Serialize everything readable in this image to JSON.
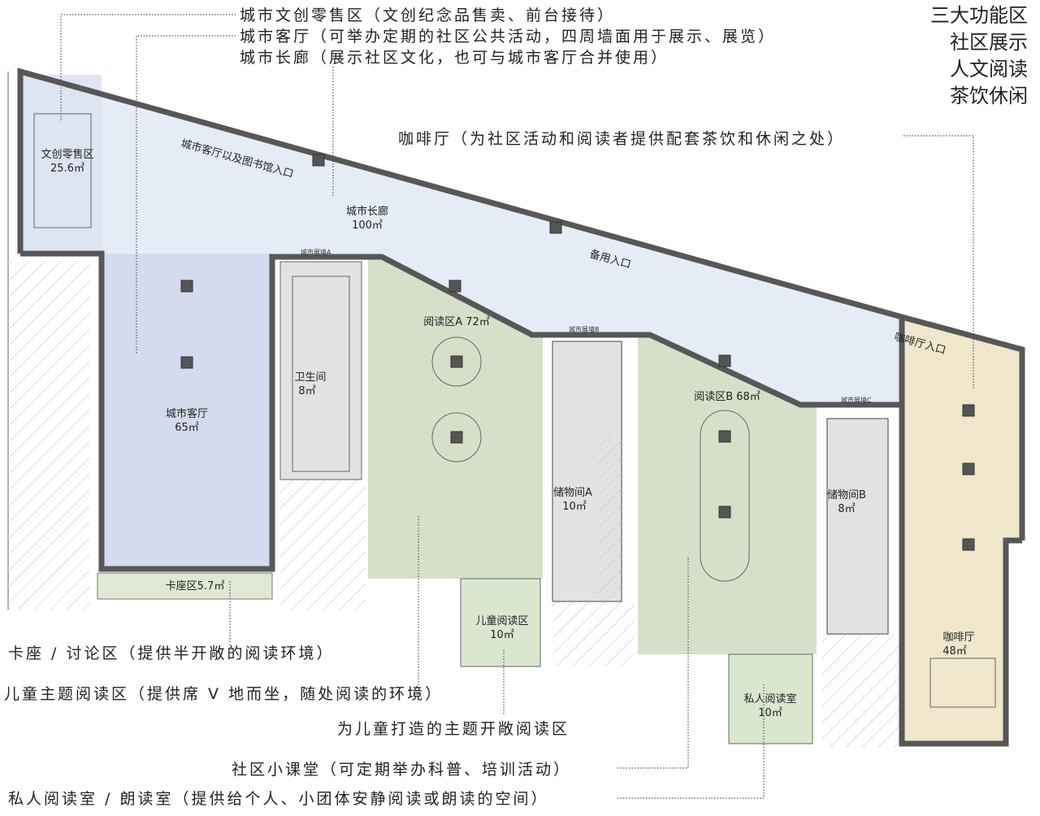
{
  "functions": {
    "title_lines": [
      "三大功能区",
      "社区展示",
      "人文阅读",
      "茶饮休闲"
    ]
  },
  "annotations": {
    "retail": "城市文创零售区（文创纪念品售卖、前台接待）",
    "living_room": "城市客厅（可举办定期的社区公共活动，四周墙面用于展示、展览）",
    "corridor": "城市长廊（展示社区文化，也可与城市客厅合并使用）",
    "cafe": "咖啡厅（为社区活动和阅读者提供配套茶饮和休闲之处）",
    "booth": "卡座 / 讨论区（提供半开敞的阅读环境）",
    "children_theme": "儿童主题阅读区（提供席 V 地而坐，随处阅读的环境）",
    "children_open": "为儿童打造的主题开敞阅读区",
    "classroom": "社区小课堂（可定期举办科普、培训活动）",
    "private": "私人阅读室 / 朗读室（提供给个人、小团体安静阅读或朗读的空间）"
  },
  "rooms": {
    "retail": {
      "name": "文创零售区",
      "area": "25.6㎡"
    },
    "corridor": {
      "name": "城市长廊",
      "area": "100㎡"
    },
    "living_room": {
      "name": "城市客厅",
      "area": "65㎡"
    },
    "toilet": {
      "name": "卫生间",
      "area": "8㎡"
    },
    "reading_a": {
      "name": "阅读区A  72㎡"
    },
    "reading_b": {
      "name": "阅读区B  68㎡"
    },
    "storage_a": {
      "name": "储物间A",
      "area": "10㎡"
    },
    "storage_b": {
      "name": "储物间B",
      "area": "8㎡"
    },
    "booth": {
      "name": "卡座区5.7㎡"
    },
    "children": {
      "name": "儿童阅读区",
      "area": "10㎡"
    },
    "private": {
      "name": "私人阅读室",
      "area": "10㎡"
    },
    "cafe": {
      "name": "咖啡厅",
      "area": "48㎡"
    }
  },
  "labels": {
    "main_entrance": "城市客厅以及图书馆入口",
    "backup_entrance": "备用入口",
    "cafe_entrance": "咖啡厅入口",
    "wall_a": "城市展墙A",
    "wall_b": "城市展墙B",
    "wall_c": "城市展墙C"
  },
  "colors": {
    "corridor": "#e6ecf6",
    "living_room": "#d4dbef",
    "reading": "#d6e0c9",
    "cafe": "#efe6cb",
    "wall": "#575757",
    "service": "#e2e2e5"
  }
}
